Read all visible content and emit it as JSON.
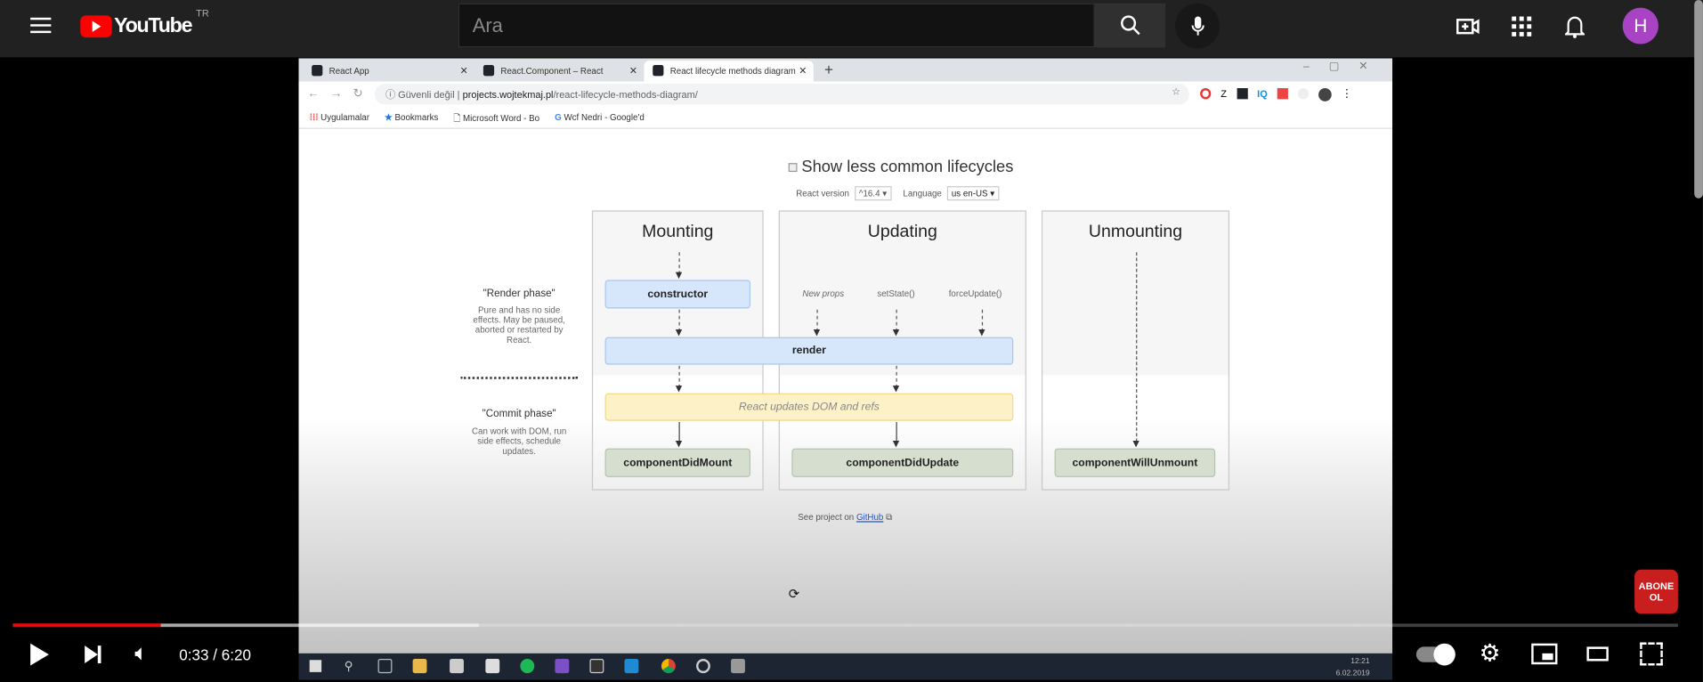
{
  "youtube": {
    "logo_text": "YouTube",
    "region": "TR",
    "search_placeholder": "Ara",
    "avatar_letter": "H"
  },
  "browser": {
    "tabs": [
      {
        "label": "React App"
      },
      {
        "label": "React.Component – React"
      },
      {
        "label": "React lifecycle methods diagram"
      }
    ],
    "address": {
      "security": "Güvenli değil",
      "host": "projects.wojtekmaj.pl",
      "path": "/react-lifecycle-methods-diagram/"
    },
    "bookmarks": [
      "Uygulamalar",
      "Bookmarks",
      "Microsoft Word - Bo",
      "Wcf Nedri - Google'd"
    ]
  },
  "diagram": {
    "show_less_common": "Show less common lifecycles",
    "react_version_label": "React version",
    "react_version": "^16.4",
    "language_label": "Language",
    "language": "us en-US",
    "columns": [
      "Mounting",
      "Updating",
      "Unmounting"
    ],
    "render_phase": {
      "title": "\"Render phase\"",
      "desc": "Pure and has no side effects. May be paused, aborted or restarted by React."
    },
    "commit_phase": {
      "title": "\"Commit phase\"",
      "desc": "Can work with DOM, run side effects, schedule updates."
    },
    "triggers": [
      "New props",
      "setState()",
      "forceUpdate()"
    ],
    "constructor": "constructor",
    "render": "render",
    "dom_update": "React updates DOM and refs",
    "did_mount": "componentDidMount",
    "did_update": "componentDidUpdate",
    "will_unmount": "componentWillUnmount",
    "footer_prefix": "See project on",
    "footer_link": "GitHub"
  },
  "taskbar": {
    "time": "12:21",
    "date": "6.02.2019"
  },
  "player": {
    "time": "0:33 / 6:20",
    "progress_fraction": 0.089,
    "buffered_fraction": 0.28,
    "subscribe_badge": "ABONE OL",
    "autoplay": true
  }
}
